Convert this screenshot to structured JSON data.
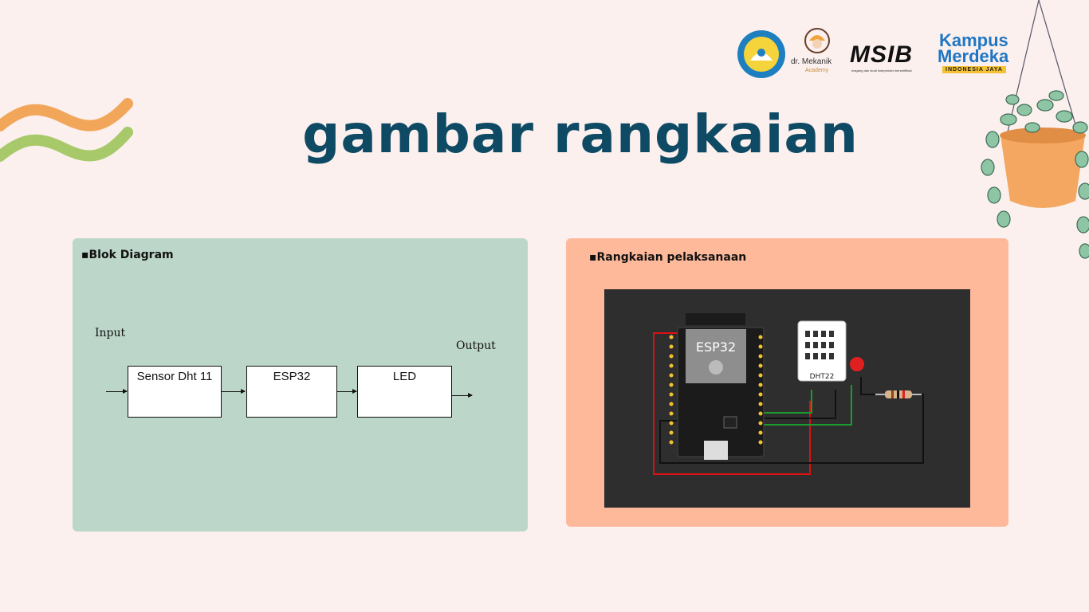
{
  "slide": {
    "title": "gambar rangkaian"
  },
  "logos": {
    "dr_mekanik_name": "dr. Mekanik",
    "dr_mekanik_sub": "Academy",
    "msib": "MSIB",
    "msib_tagline": "magang dan studi independen bersertifikat",
    "kampus_line1": "Kampus",
    "kampus_line2": "Merdeka",
    "kampus_ribbon": "INDONESIA JAYA"
  },
  "block_diagram": {
    "heading": "Blok Diagram",
    "input_label": "Input",
    "output_label": "Output",
    "blocks": [
      "Sensor Dht 11",
      "ESP32",
      "LED"
    ]
  },
  "circuit": {
    "heading": "Rangkaian pelaksanaan",
    "esp_label": "ESP32",
    "sensor_label": "DHT22"
  },
  "colors": {
    "background": "#fbf0ee",
    "title": "#0f4a64",
    "card_left": "#bcd6c9",
    "card_right": "#fdb99a",
    "wave_orange": "#f2a65a",
    "wave_green": "#a8c96a"
  }
}
